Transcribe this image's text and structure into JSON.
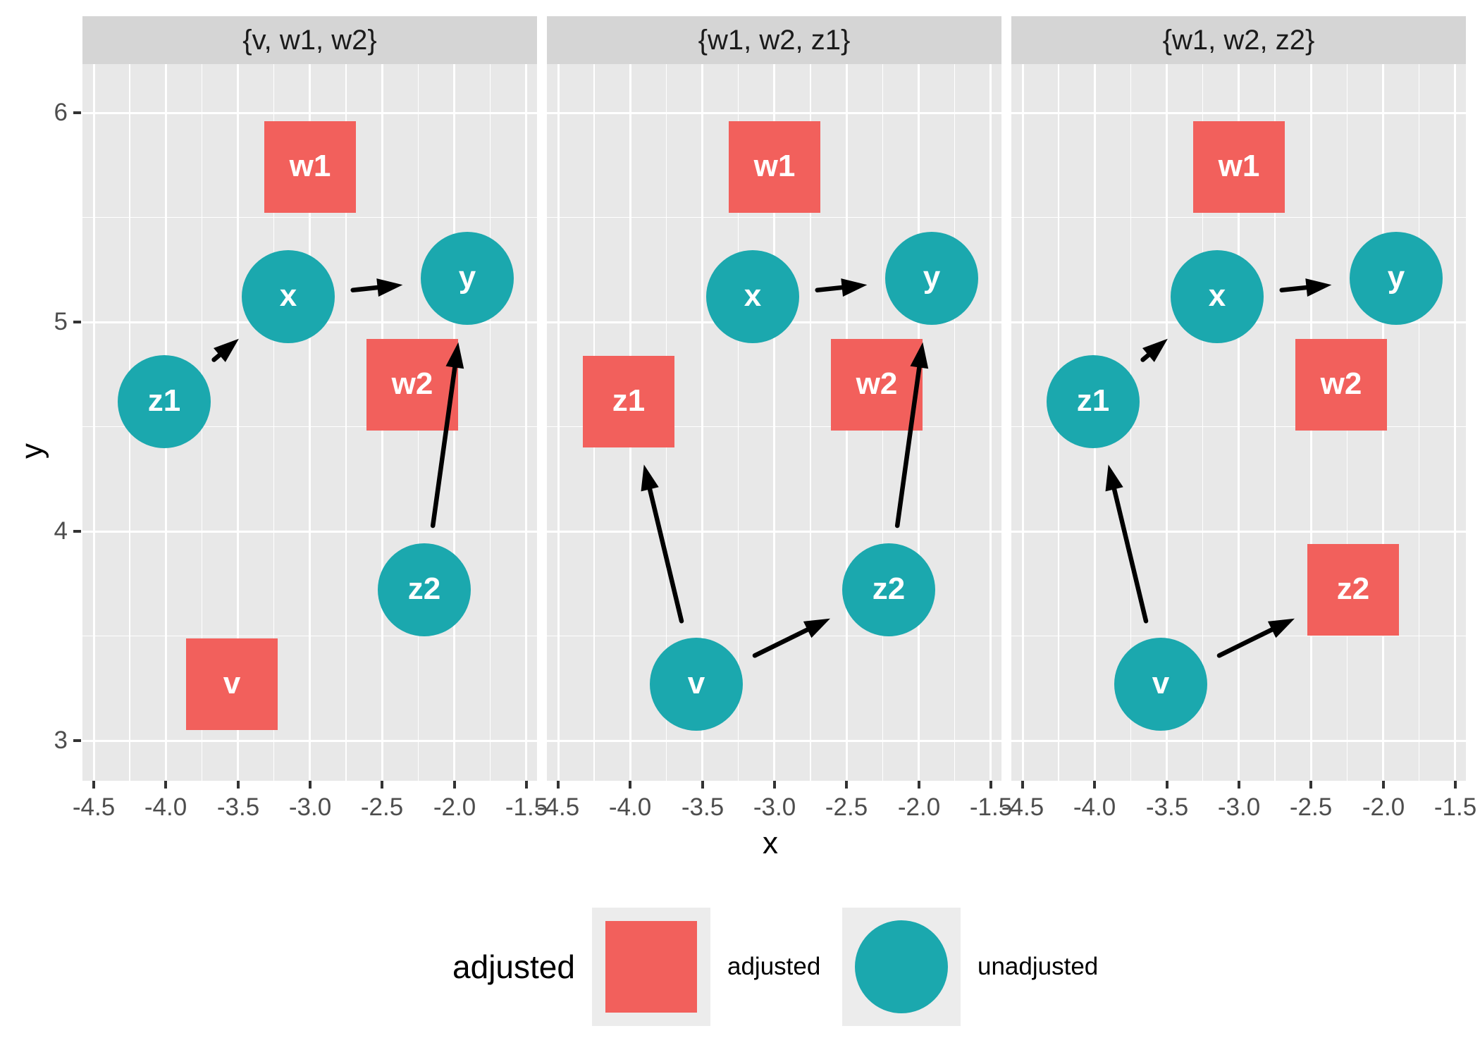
{
  "colors": {
    "adjusted": "#F2605C",
    "unadjusted": "#1BA8AE",
    "panel_bg": "#E8E8E8",
    "strip_bg": "#D5D5D5",
    "grid": "#FFFFFF",
    "edge": "#000000",
    "tick_text": "#4D4D4D",
    "axis_text": "#000000",
    "node_label": "#FFFFFF",
    "legend_key_bg": "#ECECEC"
  },
  "axes": {
    "x": {
      "title": "x",
      "ticks": [
        -4.5,
        -4.0,
        -3.5,
        -3.0,
        -2.5,
        -2.0,
        -1.5
      ],
      "tick_labels": [
        "-4.5",
        "-4.0",
        "-3.5",
        "-3.0",
        "-2.5",
        "-2.0",
        "-1.5"
      ],
      "range": [
        -4.58,
        -1.42
      ],
      "minor_step": 0.25
    },
    "y": {
      "title": "y",
      "ticks": [
        3,
        4,
        5,
        6
      ],
      "tick_labels": [
        "3",
        "4",
        "5",
        "6"
      ],
      "range": [
        2.81,
        6.23
      ],
      "minor_step": 0.5
    }
  },
  "legend": {
    "title": "adjusted",
    "items": [
      {
        "label": "adjusted",
        "shape": "square",
        "color": "#F2605C"
      },
      {
        "label": "unadjusted",
        "shape": "circle",
        "color": "#1BA8AE"
      }
    ]
  },
  "chart_data": {
    "type": "scatter",
    "subtype": "dag-adjustment-sets",
    "grid": "on",
    "legend_position": "bottom",
    "nodes": [
      {
        "name": "v",
        "x": -3.54,
        "y": 3.27
      },
      {
        "name": "w1",
        "x": -3.0,
        "y": 5.74
      },
      {
        "name": "w2",
        "x": -2.29,
        "y": 4.7
      },
      {
        "name": "x",
        "x": -3.15,
        "y": 5.12
      },
      {
        "name": "y",
        "x": -1.91,
        "y": 5.21
      },
      {
        "name": "z1",
        "x": -4.01,
        "y": 4.62
      },
      {
        "name": "z2",
        "x": -2.21,
        "y": 3.72
      }
    ],
    "edges": [
      {
        "from": "v",
        "to": "z1"
      },
      {
        "from": "v",
        "to": "z2"
      },
      {
        "from": "z1",
        "to": "x"
      },
      {
        "from": "z2",
        "to": "y"
      },
      {
        "from": "x",
        "to": "y"
      }
    ],
    "facets": [
      {
        "label": "{v, w1, w2}",
        "adjusted": [
          "v",
          "w1",
          "w2"
        ]
      },
      {
        "label": "{w1, w2, z1}",
        "adjusted": [
          "w1",
          "w2",
          "z1"
        ]
      },
      {
        "label": "{w1, w2, z2}",
        "adjusted": [
          "w1",
          "w2",
          "z2"
        ]
      }
    ],
    "edge_rule": "edges whose source node is in the facet adjustment set are not drawn"
  }
}
